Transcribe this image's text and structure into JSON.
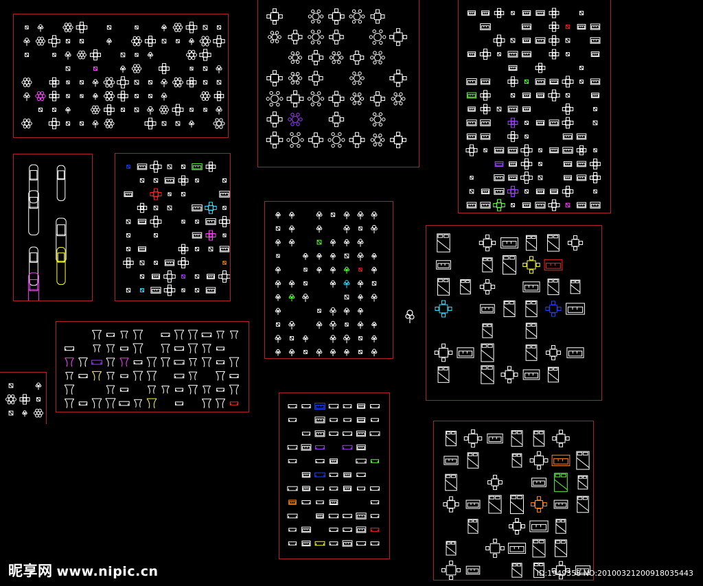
{
  "watermark": {
    "site_cn": "昵享网",
    "url": "www.nipic.cn"
  },
  "image_id": {
    "text": "ID:1949358 NO:20100321200918035443"
  },
  "palette": {
    "background": "#000000",
    "frame": "#b0202a",
    "symbol": "#ffffff",
    "green": "#5bff3a",
    "yellow": "#ffff30",
    "magenta": "#ff40ff",
    "purple": "#a040ff",
    "red": "#ff2020",
    "blue": "#2040ff",
    "cyan": "#30e0ff",
    "orange": "#ff8c1a"
  },
  "sheets": [
    {
      "name": "sheet-small-symbols",
      "theme": "misc-symbols"
    },
    {
      "name": "sheet-dining-sets",
      "theme": "tables-chairs"
    },
    {
      "name": "sheet-sofa-sets",
      "theme": "sofas"
    },
    {
      "name": "sheet-cars",
      "theme": "cars"
    },
    {
      "name": "sheet-small-furniture",
      "theme": "small-furniture"
    },
    {
      "name": "sheet-plants-people",
      "theme": "plants-people"
    },
    {
      "name": "sheet-bedroom-1",
      "theme": "beds"
    },
    {
      "name": "sheet-curtains-doors",
      "theme": "curtains-doors"
    },
    {
      "name": "sheet-elevations",
      "theme": "elevations"
    },
    {
      "name": "sheet-bedroom-2",
      "theme": "beds"
    },
    {
      "name": "sheet-partial-left",
      "theme": "misc-symbols"
    }
  ]
}
